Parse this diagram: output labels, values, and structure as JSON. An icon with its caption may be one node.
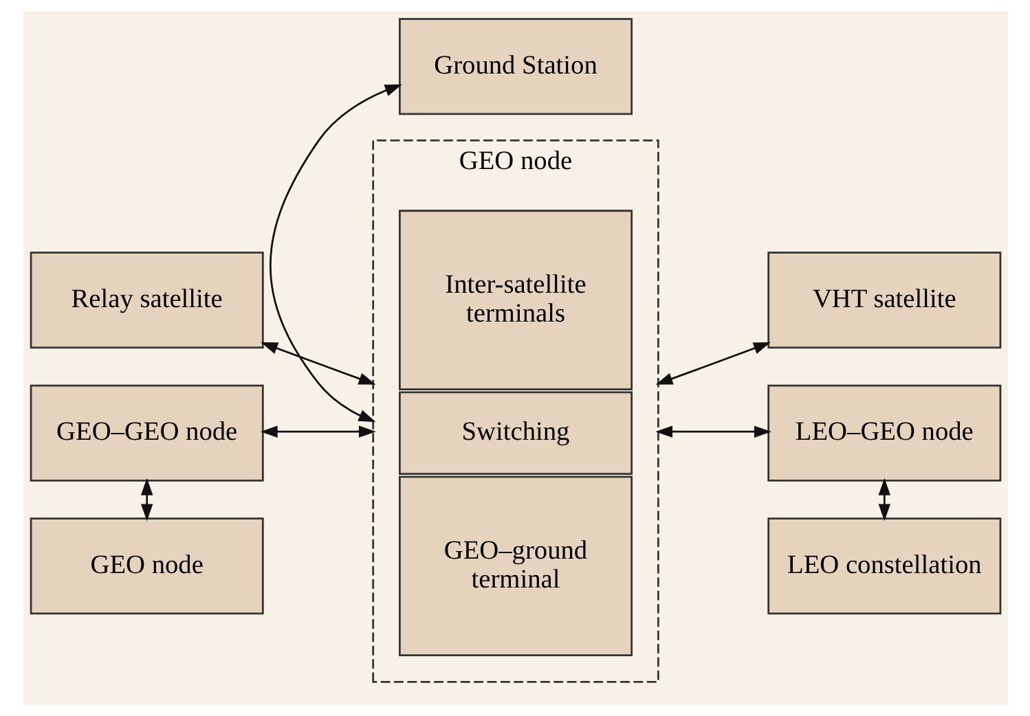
{
  "diagram": {
    "nodes": [
      {
        "text": [
          "GEO node"
        ]
      },
      {
        "text": [
          "Inter-satellite terminals"
        ],
        "in": 0
      },
      {
        "text": [
          "Switching"
        ],
        "in": 0
      },
      {
        "text": [
          "GEO–ground terminal"
        ],
        "in": 0
      },
      {
        "text": [
          "Relay satellite"
        ]
      },
      {
        "text": [
          "VHT satellite"
        ]
      },
      {
        "text": [
          "GEO–GEO node"
        ]
      },
      {
        "text": [
          "LEO–GEO node"
        ]
      },
      {
        "text": [
          "GEO node"
        ]
      },
      {
        "text": [
          "LEO constellation"
        ]
      },
      {
        "text": [
          "Ground Station"
        ]
      }
    ],
    "edges": [
      {
        "from": 4,
        "to": 0,
        "arrow": "both"
      },
      {
        "from": 0,
        "to": 5,
        "arrow": "both"
      },
      {
        "from": 6,
        "to": 0,
        "arrow": "both"
      },
      {
        "from": 0,
        "to": 7,
        "arrow": "both"
      },
      {
        "from": 6,
        "to": 8,
        "arrow": "both"
      },
      {
        "from": 7,
        "to": 9,
        "arrow": "both"
      },
      {
        "from": 0,
        "to": 10,
        "arrow": "both"
      }
    ]
  }
}
